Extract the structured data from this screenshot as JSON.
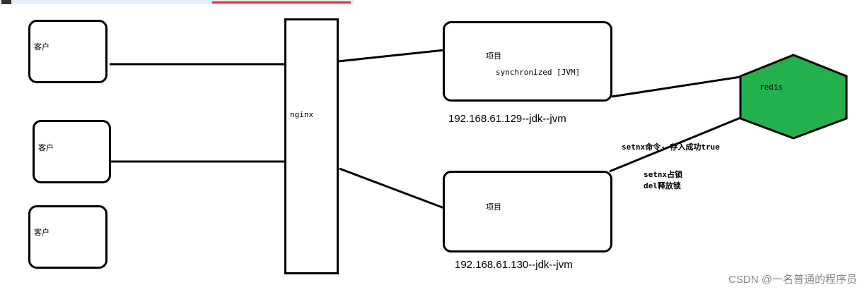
{
  "clients": [
    {
      "label": "客户"
    },
    {
      "label": "客户"
    },
    {
      "label": "客户"
    }
  ],
  "nginx": {
    "label": "nginx"
  },
  "project_top": {
    "title": "项目",
    "subtitle": "synchronized [JVM]",
    "ip": "192.168.61.129--jdk--jvm"
  },
  "project_bottom": {
    "title": "项目",
    "ip": "192.168.61.130--jdk--jvm"
  },
  "redis": {
    "label": "redis",
    "color": "#22b14c"
  },
  "notes": {
    "setnx_command": "setnx命令--存入成功true",
    "setnx_lock": "setnx占锁",
    "del_unlock": "del释放锁"
  },
  "watermark": "CSDN @一名普通的程序员"
}
